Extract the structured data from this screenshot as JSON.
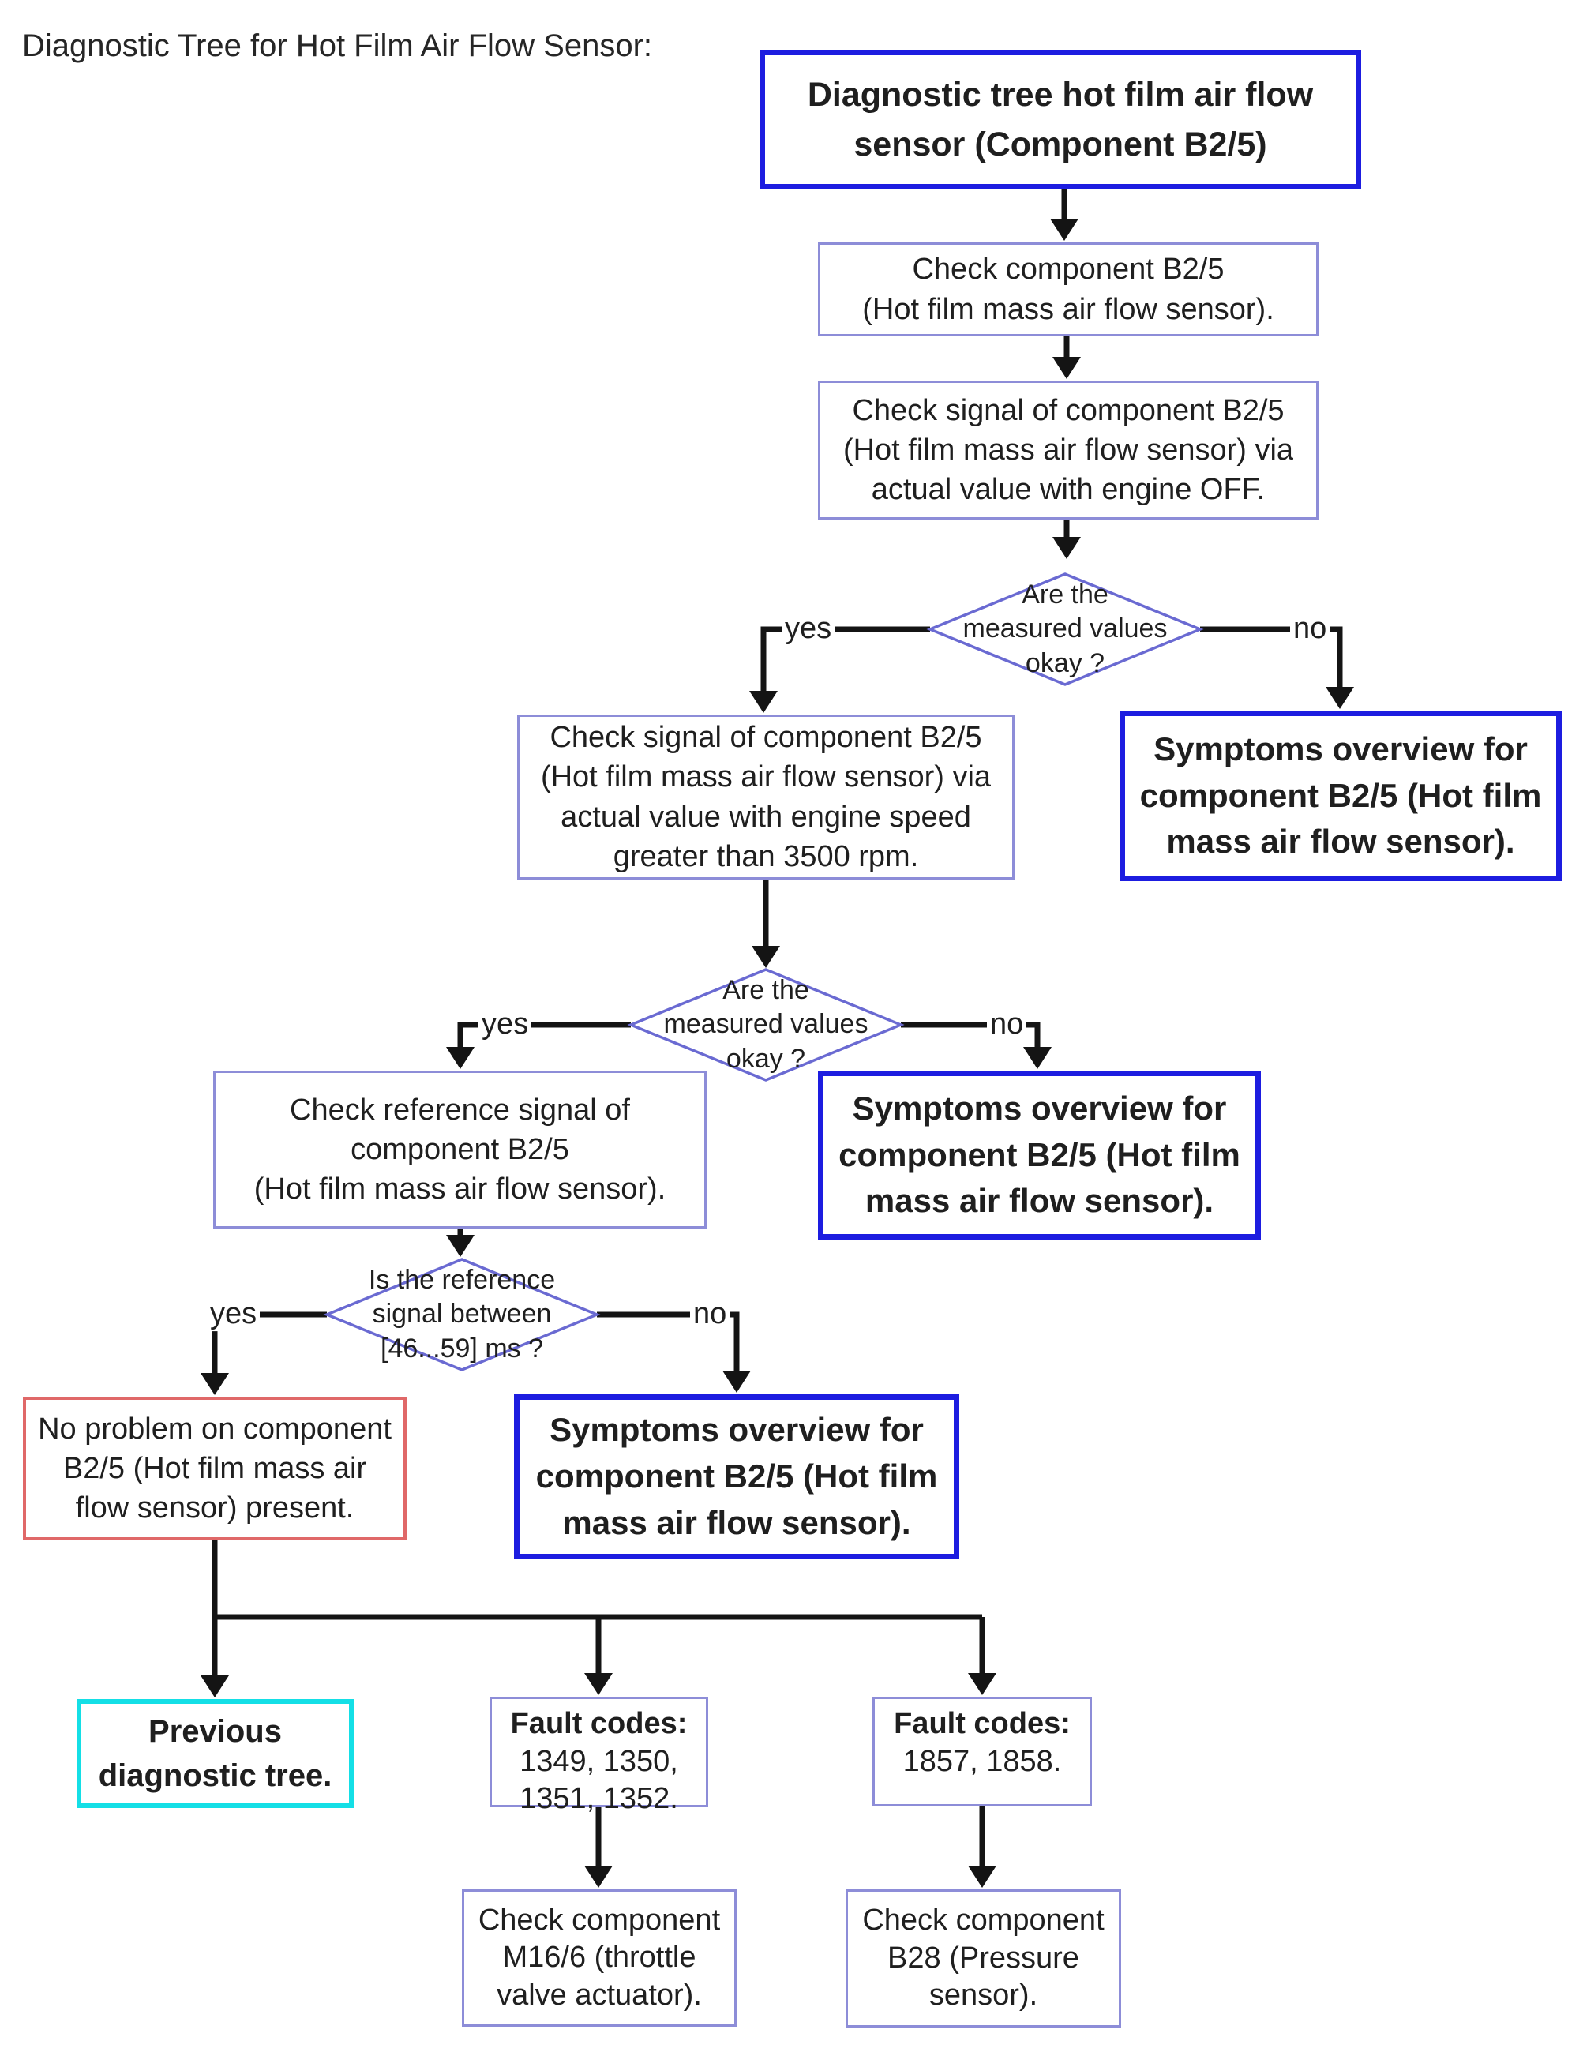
{
  "title": "Diagnostic Tree for Hot Film Air Flow Sensor:",
  "labels": {
    "yes": "yes",
    "no": "no"
  },
  "colors": {
    "strong_blue": "#1d1de0",
    "soft_blue": "#8d8dd8",
    "diamond_blue": "#6a6ad2",
    "alert_red": "#e06868",
    "cyan": "#14dfe6",
    "line": "#141414",
    "text": "#1f1f1f"
  },
  "nodes": {
    "root": {
      "lines": [
        "Diagnostic tree hot film air flow",
        "sensor (Component B2/5)"
      ]
    },
    "check_component": {
      "lines": [
        "Check component B2/5",
        "(Hot film mass air flow sensor)."
      ]
    },
    "check_signal_off": {
      "lines": [
        "Check signal of component B2/5",
        "(Hot film mass air flow sensor) via",
        "actual value with engine OFF."
      ]
    },
    "decision1": {
      "lines": [
        "Are the",
        "measured values",
        "okay ?"
      ]
    },
    "symptoms1": {
      "lines": [
        "Symptoms overview for",
        "component B2/5 (Hot film",
        "mass air flow sensor)."
      ]
    },
    "check_signal_3500": {
      "lines": [
        "Check signal of component B2/5",
        "(Hot film mass air flow sensor) via",
        "actual value with engine speed",
        "greater than 3500 rpm."
      ]
    },
    "decision2": {
      "lines": [
        "Are the",
        "measured values",
        "okay ?"
      ]
    },
    "check_reference": {
      "lines": [
        "Check reference signal of",
        "component B2/5",
        "(Hot film mass air flow sensor)."
      ]
    },
    "symptoms2": {
      "lines": [
        "Symptoms overview for",
        "component B2/5 (Hot film",
        "mass air flow sensor)."
      ]
    },
    "decision3": {
      "lines": [
        "Is the reference",
        "signal between",
        "[46...59] ms ?"
      ]
    },
    "no_problem": {
      "lines": [
        "No problem on component",
        "B2/5 (Hot film mass air",
        "flow sensor) present."
      ]
    },
    "symptoms3": {
      "lines": [
        "Symptoms overview for",
        "component B2/5 (Hot film",
        "mass air flow sensor)."
      ]
    },
    "previous_tree": {
      "lines": [
        "Previous",
        "diagnostic tree."
      ]
    },
    "fault_codes_1": {
      "header": "Fault codes:",
      "lines": [
        "1349, 1350,",
        "1351, 1352."
      ]
    },
    "fault_codes_2": {
      "header": "Fault codes:",
      "lines": [
        "1857, 1858."
      ]
    },
    "check_m16": {
      "lines": [
        "Check component",
        "M16/6 (throttle",
        "valve actuator)."
      ]
    },
    "check_b28": {
      "lines": [
        "Check component",
        "B28 (Pressure",
        "sensor)."
      ]
    }
  }
}
